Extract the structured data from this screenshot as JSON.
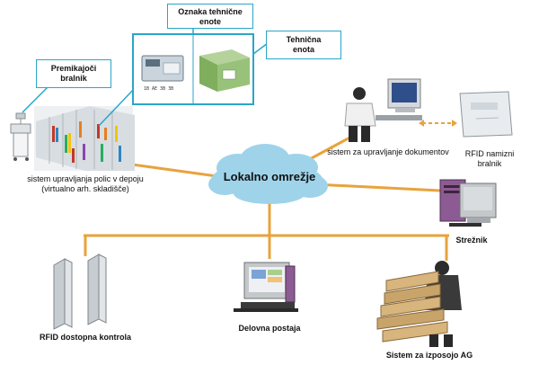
{
  "network": {
    "hub_label": "Lokalno omrežje",
    "link_color": "#e8a33c",
    "cloud_color": "#9fd3ea"
  },
  "nodes": {
    "shelf_system": {
      "label_line1": "sistem upravljanja polic v depoju",
      "label_line2": "(virtualno arh. skladišče)"
    },
    "mobile_reader": {
      "label_line1": "Premikajoči",
      "label_line2": "bralnik"
    },
    "unit_tag": {
      "label_line1": "Oznaka tehnične",
      "label_line2": "enote"
    },
    "tech_unit": {
      "label_line1": "Tehnična",
      "label_line2": "enota"
    },
    "doc_system": {
      "label": "sistem za upravljanje dokumentov"
    },
    "desk_reader": {
      "label_line1": "RFID namizni",
      "label_line2": "bralnik"
    },
    "server": {
      "label": "Strežnik"
    },
    "access_control": {
      "label": "RFID dostopna kontrola"
    },
    "workstation": {
      "label": "Delovna postaja"
    },
    "lending_system": {
      "label": "Sistem za izposojo AG"
    }
  },
  "tag_card_text": "1B AE 3B 3B"
}
